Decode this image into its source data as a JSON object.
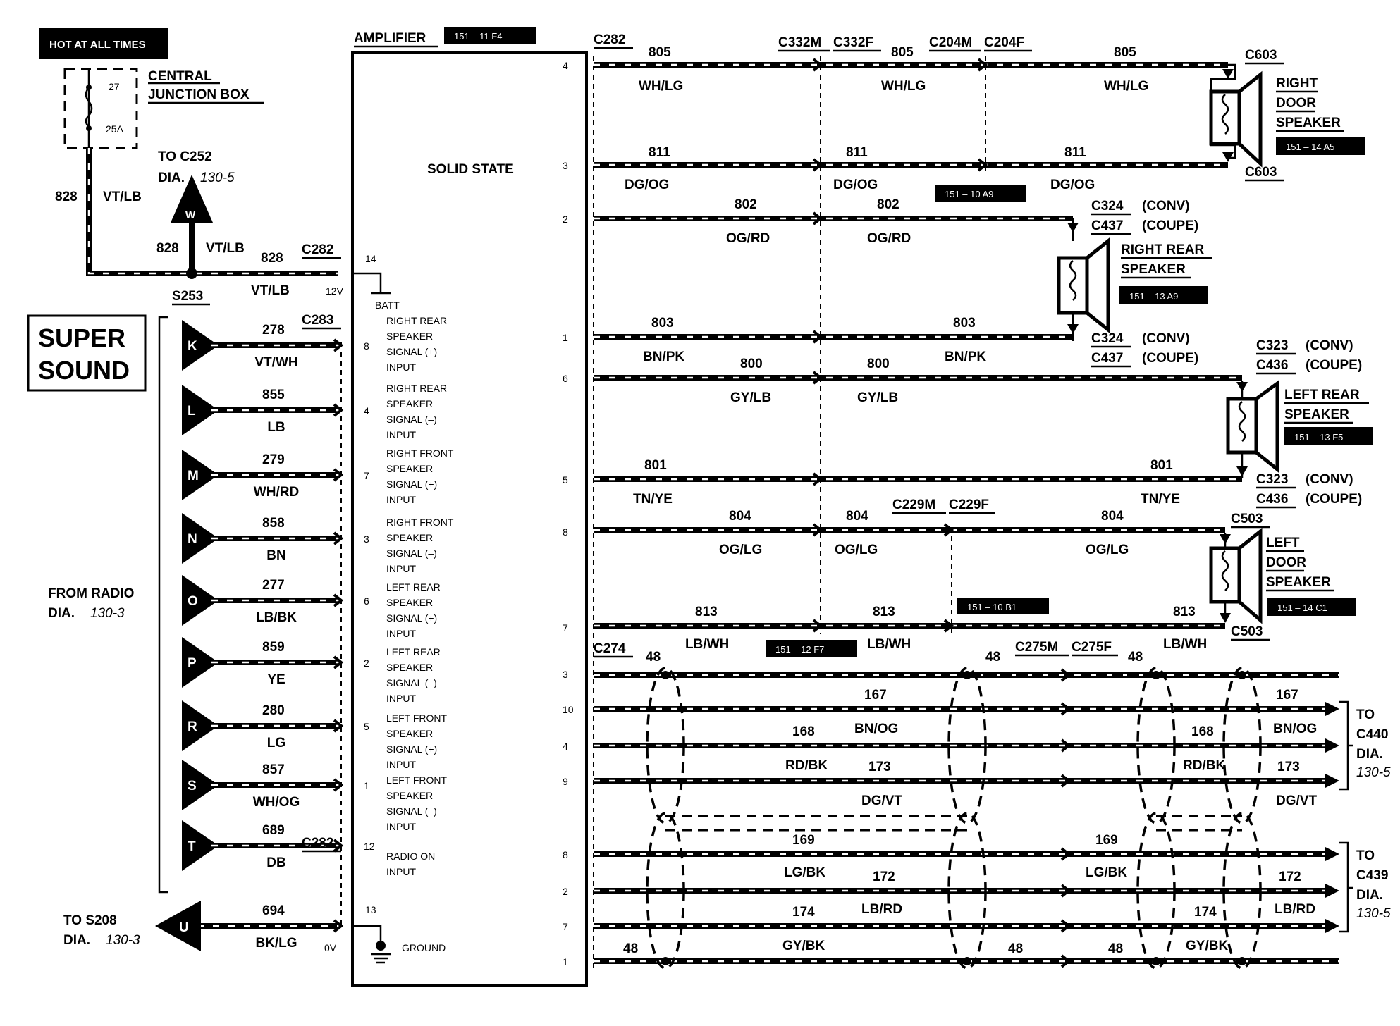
{
  "diagram": {
    "hot_label": "HOT AT ALL TIMES",
    "junction_box": {
      "line1": "CENTRAL",
      "line2": "JUNCTION BOX",
      "fuse_num": "27",
      "fuse_rating": "25A"
    },
    "to_c252": {
      "line1": "TO C252",
      "dia": "DIA.",
      "page": "130-5",
      "connector": "W"
    },
    "feed_wires": [
      {
        "circuit": "828",
        "color": "VT/LB"
      },
      {
        "circuit": "828",
        "color": "VT/LB"
      },
      {
        "circuit": "828",
        "color": "VT/LB"
      }
    ],
    "splice": "S253",
    "c282": "C282",
    "super_sound": {
      "line1": "SUPER",
      "line2": "SOUND"
    },
    "from_radio": {
      "line1": "FROM RADIO",
      "dia": "DIA.",
      "page": "130-3"
    },
    "to_s208": {
      "line1": "TO S208",
      "dia": "DIA.",
      "page": "130-3",
      "connector": "U"
    },
    "c283": "C283",
    "radio_wires": [
      {
        "letter": "K",
        "circuit": "278",
        "color": "VT/WH",
        "pin": "8"
      },
      {
        "letter": "L",
        "circuit": "855",
        "color": "LB",
        "pin": "4"
      },
      {
        "letter": "M",
        "circuit": "279",
        "color": "WH/RD",
        "pin": "7"
      },
      {
        "letter": "N",
        "circuit": "858",
        "color": "BN",
        "pin": "3"
      },
      {
        "letter": "O",
        "circuit": "277",
        "color": "LB/BK",
        "pin": "6"
      },
      {
        "letter": "P",
        "circuit": "859",
        "color": "YE",
        "pin": "2"
      },
      {
        "letter": "R",
        "circuit": "280",
        "color": "LG",
        "pin": "5"
      },
      {
        "letter": "S",
        "circuit": "857",
        "color": "WH/OG",
        "pin": "1"
      },
      {
        "letter": "T",
        "circuit": "689",
        "color": "DB",
        "pin": "12"
      },
      {
        "letter": "U",
        "circuit": "694",
        "color": "BK/LG",
        "pin": "13"
      }
    ],
    "amplifier": {
      "title": "AMPLIFIER",
      "ref": "151 – 11 F4",
      "solid_state": "SOLID STATE",
      "batt_pin": "14",
      "batt_label": "BATT",
      "volt_12": "12V",
      "volt_0": "0V",
      "ground_label": "GROUND",
      "inputs": [
        [
          "RIGHT REAR",
          "SPEAKER",
          "SIGNAL (+)",
          "INPUT"
        ],
        [
          "RIGHT REAR",
          "SPEAKER",
          "SIGNAL (–)",
          "INPUT"
        ],
        [
          "RIGHT FRONT",
          "SPEAKER",
          "SIGNAL (+)",
          "INPUT"
        ],
        [
          "RIGHT FRONT",
          "SPEAKER",
          "SIGNAL (–)",
          "INPUT"
        ],
        [
          "LEFT REAR",
          "SPEAKER",
          "SIGNAL (+)",
          "INPUT"
        ],
        [
          "LEFT REAR",
          "SPEAKER",
          "SIGNAL (–)",
          "INPUT"
        ],
        [
          "LEFT FRONT",
          "SPEAKER",
          "SIGNAL (+)",
          "INPUT"
        ],
        [
          "LEFT FRONT",
          "SPEAKER",
          "SIGNAL (–)",
          "INPUT"
        ],
        [
          "RADIO ON",
          "INPUT"
        ]
      ],
      "right_pins": [
        "4",
        "3",
        "2",
        "1",
        "6",
        "5",
        "8",
        "7",
        "3",
        "10",
        "4",
        "9",
        "8",
        "2",
        "7",
        "1"
      ]
    },
    "connectors": {
      "c282": "C282",
      "c332m": "C332M",
      "c332f": "C332F",
      "c204m": "C204M",
      "c204f": "C204F",
      "c603": "C603",
      "c324": "C324",
      "c437": "C437",
      "c323": "C323",
      "c436": "C436",
      "c229m": "C229M",
      "c229f": "C229F",
      "c503": "C503",
      "c274": "C274",
      "c275m": "C275M",
      "c275f": "C275F",
      "conv": "(CONV)",
      "coupe": "(COUPE)"
    },
    "speakers": {
      "right_door": {
        "l1": "RIGHT",
        "l2": "DOOR",
        "l3": "SPEAKER",
        "ref": "151 – 14 A5"
      },
      "right_rear": {
        "l1": "RIGHT REAR",
        "l2": "SPEAKER",
        "ref": "151 – 13 A9"
      },
      "left_rear": {
        "l1": "LEFT REAR",
        "l2": "SPEAKER",
        "ref": "151 – 13 F5"
      },
      "left_door": {
        "l1": "LEFT",
        "l2": "DOOR",
        "l3": "SPEAKER",
        "ref": "151 – 14 C1"
      }
    },
    "refs": {
      "r1": "151 – 10 A9",
      "r2": "151 – 10 B1",
      "r3": "151 – 12 F7"
    },
    "speaker_wires": {
      "w805": {
        "circuit": "805",
        "color": "WH/LG"
      },
      "w811": {
        "circuit": "811",
        "color": "DG/OG"
      },
      "w802": {
        "circuit": "802",
        "color": "OG/RD"
      },
      "w803": {
        "circuit": "803",
        "color": "BN/PK"
      },
      "w800": {
        "circuit": "800",
        "color": "GY/LB"
      },
      "w801": {
        "circuit": "801",
        "color": "TN/YE"
      },
      "w804": {
        "circuit": "804",
        "color": "OG/LG"
      },
      "w813": {
        "circuit": "813",
        "color": "LB/WH"
      }
    },
    "output_wires": {
      "shield": "48",
      "w167": {
        "circuit": "167",
        "color": "BN/OG"
      },
      "w168": {
        "circuit": "168",
        "color": "RD/BK"
      },
      "w173": {
        "circuit": "173",
        "color": "DG/VT"
      },
      "w169": {
        "circuit": "169",
        "color": "LG/BK"
      },
      "w172": {
        "circuit": "172",
        "color": "LB/RD"
      },
      "w174": {
        "circuit": "174",
        "color": "GY/BK"
      }
    },
    "to_c440": {
      "l1": "TO",
      "l2": "C440",
      "dia": "DIA.",
      "page": "130-5"
    },
    "to_c439": {
      "l1": "TO",
      "l2": "C439",
      "dia": "DIA.",
      "page": "130-5"
    }
  }
}
